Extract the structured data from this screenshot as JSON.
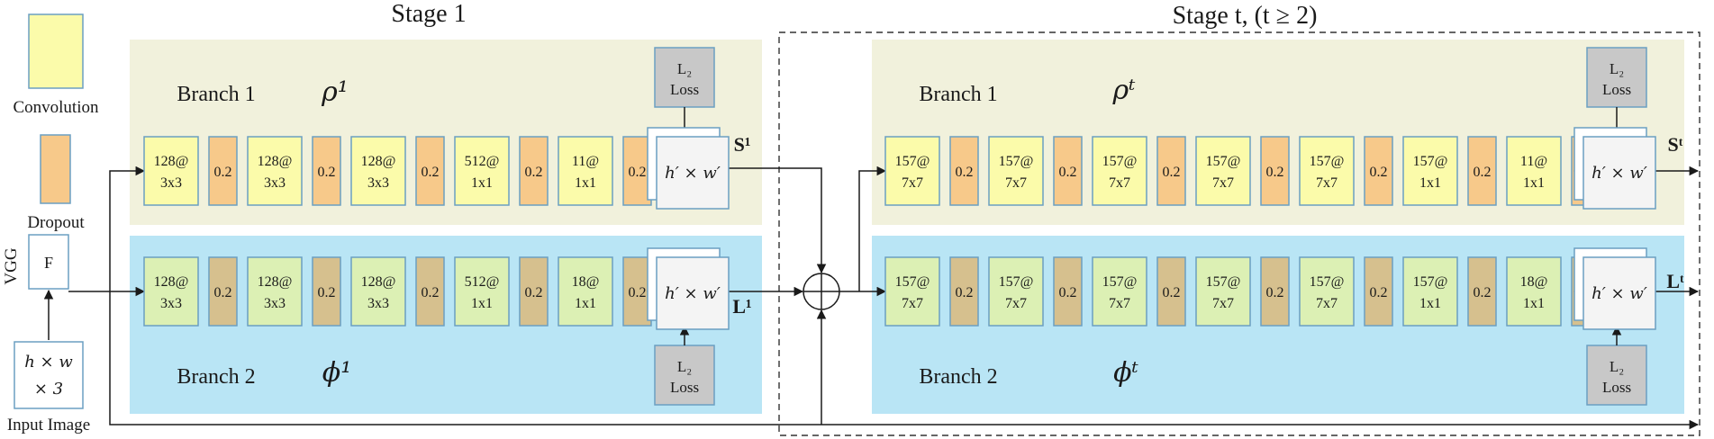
{
  "title_stage1": "Stage 1",
  "title_stage_t": "Stage t, (t ≥ 2)",
  "legend": {
    "conv_label": "Convolution",
    "dropout_label": "Dropout"
  },
  "input": {
    "image_text_1": "h × w",
    "image_text_2": "× 3",
    "image_label": "Input Image",
    "vgg_label": "VGG",
    "feature_label": "F"
  },
  "stage1": {
    "branch1": {
      "name": "Branch 1",
      "symbol": "ρ¹",
      "output": "S¹",
      "conv": [
        [
          "128@",
          "3x3"
        ],
        [
          "128@",
          "3x3"
        ],
        [
          "128@",
          "3x3"
        ],
        [
          "512@",
          "1x1"
        ],
        [
          "11@",
          "1x1"
        ]
      ],
      "dropout": "0.2",
      "map": "h′ × w′"
    },
    "branch2": {
      "name": "Branch 2",
      "symbol": "ϕ¹",
      "output": "L¹",
      "conv": [
        [
          "128@",
          "3x3"
        ],
        [
          "128@",
          "3x3"
        ],
        [
          "128@",
          "3x3"
        ],
        [
          "512@",
          "1x1"
        ],
        [
          "18@",
          "1x1"
        ]
      ],
      "dropout": "0.2",
      "map": "h′ × w′"
    }
  },
  "stage_t": {
    "branch1": {
      "name": "Branch 1",
      "symbol": "ρᵗ",
      "output": "Sᵗ",
      "conv": [
        [
          "157@",
          "7x7"
        ],
        [
          "157@",
          "7x7"
        ],
        [
          "157@",
          "7x7"
        ],
        [
          "157@",
          "7x7"
        ],
        [
          "157@",
          "7x7"
        ],
        [
          "157@",
          "1x1"
        ],
        [
          "11@",
          "1x1"
        ]
      ],
      "dropout": "0.2",
      "map": "h′ × w′"
    },
    "branch2": {
      "name": "Branch 2",
      "symbol": "ϕᵗ",
      "output": "Lᵗ",
      "conv": [
        [
          "157@",
          "7x7"
        ],
        [
          "157@",
          "7x7"
        ],
        [
          "157@",
          "7x7"
        ],
        [
          "157@",
          "7x7"
        ],
        [
          "157@",
          "7x7"
        ],
        [
          "157@",
          "1x1"
        ],
        [
          "18@",
          "1x1"
        ]
      ],
      "dropout": "0.2",
      "map": "h′ × w′"
    }
  },
  "loss": {
    "line1": "L₂",
    "line2": "Loss"
  },
  "colors": {
    "branch1_bg": "#f1f1dc",
    "branch2_bg": "#b9e5f5",
    "conv": "#fbfbaa",
    "conv_b2": "#dcf0b4",
    "dropout": "#f7c98a",
    "dropout_b2": "#d6c08e",
    "box_stroke": "#6b9fc2",
    "loss": "#c8c8c8"
  }
}
